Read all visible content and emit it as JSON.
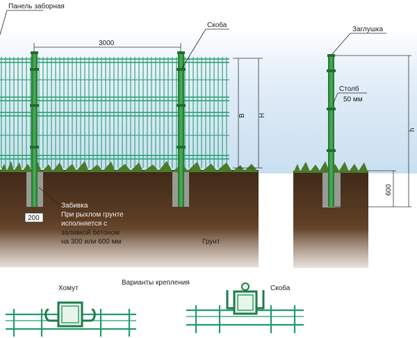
{
  "labels": {
    "panel": "Панель заборная",
    "bracket_top": "Скоба",
    "cap": "Заглушка",
    "post": "Столб",
    "post_size": "50 мм",
    "width_dim": "3000",
    "dim_b": "В",
    "dim_h_upper": "Н",
    "dim_h_lower": "h",
    "depth_dim": "600",
    "base_dim": "200",
    "fill_title": "Забивка",
    "fill_line1": "При рыхлом грунте",
    "fill_line2": "исполняется с",
    "fill_line3": "заливкой бетоном",
    "fill_line4": "на 300 или 600 мм",
    "soil": "Грунт",
    "mount_options": "Варианты крепления",
    "clamp": "Хомут",
    "bracket_bottom": "Скоба"
  },
  "colors": {
    "mesh": "#1f9a6a",
    "post": "#2e8b3e",
    "soil": "#5a3a22",
    "sky": "#cfe3f3",
    "grass": "#4a7a2a"
  }
}
